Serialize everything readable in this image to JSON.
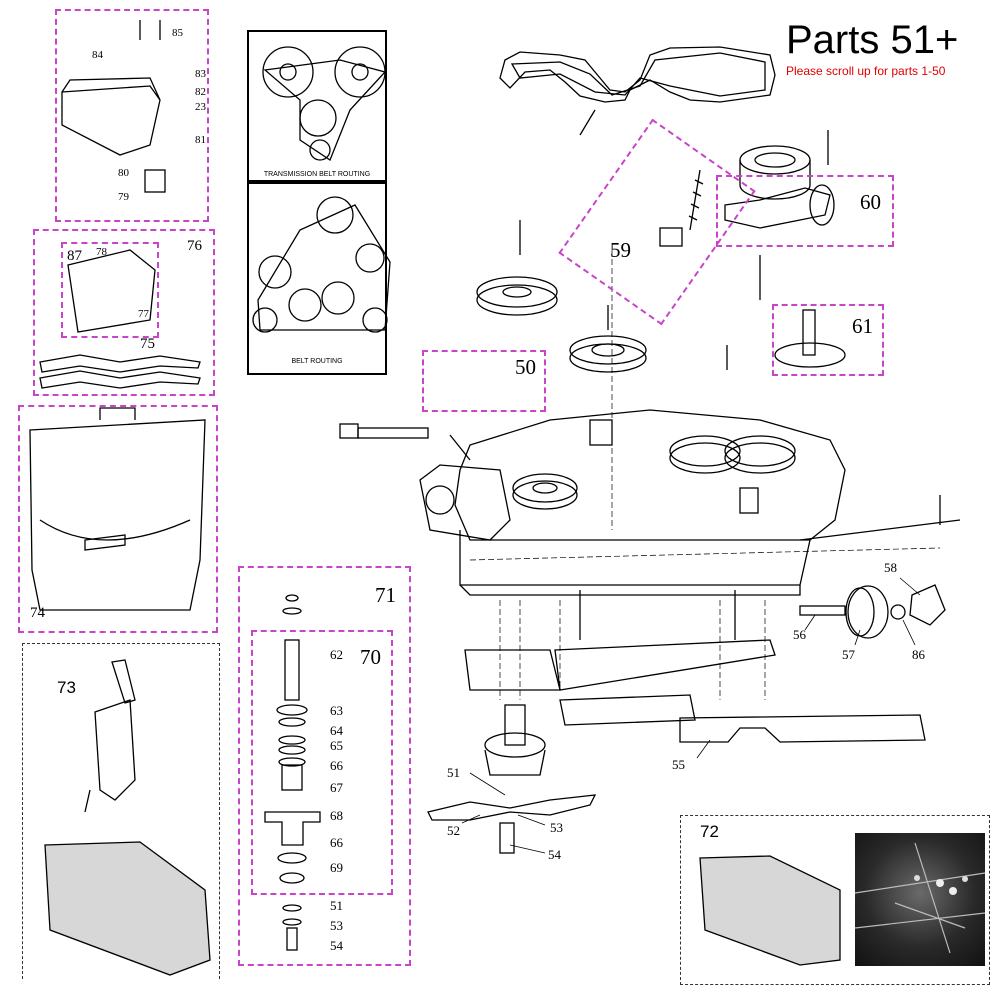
{
  "header": {
    "title": "Parts 51+",
    "subtitle": "Please scroll up for parts 1-50"
  },
  "belt_panels": {
    "transmission_caption": "TRANSMISSION BELT ROUTING",
    "belt_caption": "BELT ROUTING"
  },
  "groups": {
    "g50": "50",
    "g59": "59",
    "g60": "60",
    "g61": "61",
    "g70": "70",
    "g71": "71",
    "g72": "72",
    "g73": "73",
    "g74": "74",
    "g76": "76",
    "g87": "87"
  },
  "callouts": {
    "p51a": "51",
    "p52": "52",
    "p53a": "53",
    "p54a": "54",
    "p55": "55",
    "p56": "56",
    "p57": "57",
    "p58": "58",
    "p86": "86",
    "p62": "62",
    "p63": "63",
    "p64": "64",
    "p65": "65",
    "p66a": "66",
    "p67": "67",
    "p68": "68",
    "p66b": "66",
    "p69": "69",
    "p51b": "51",
    "p53b": "53",
    "p54b": "54",
    "p75": "75",
    "p77": "77",
    "p78": "78",
    "p79": "79",
    "p80": "80",
    "p81": "81",
    "p82": "82",
    "p23": "23",
    "p83": "83",
    "p84": "84",
    "p85": "85"
  },
  "colors": {
    "group_border": "#c844c8",
    "subtitle": "#e00000",
    "line": "#000000"
  }
}
